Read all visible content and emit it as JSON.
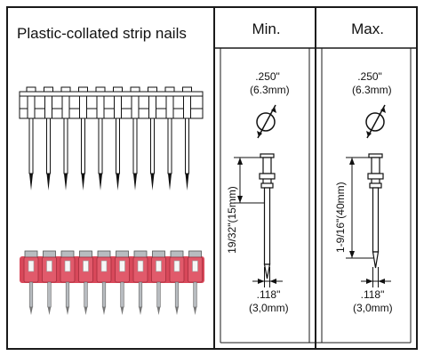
{
  "header": {
    "title": "Plastic-collated strip nails",
    "min_label": "Min.",
    "max_label": "Max."
  },
  "min": {
    "head_diameter": ".250\"",
    "head_diameter_mm": "(6.3mm)",
    "length_label": "19/32\"(15mm)",
    "shank_diameter": ".118\"",
    "shank_diameter_mm": "(3,0mm)"
  },
  "max": {
    "head_diameter": ".250\"",
    "head_diameter_mm": "(6.3mm)",
    "length_label": "1-9/16\"(40mm)",
    "shank_diameter": ".118\"",
    "shank_diameter_mm": "(3,0mm)"
  },
  "colors": {
    "collar_red": "#d8485a",
    "border": "#1a1a1a",
    "steel": "#b8bcc0"
  }
}
